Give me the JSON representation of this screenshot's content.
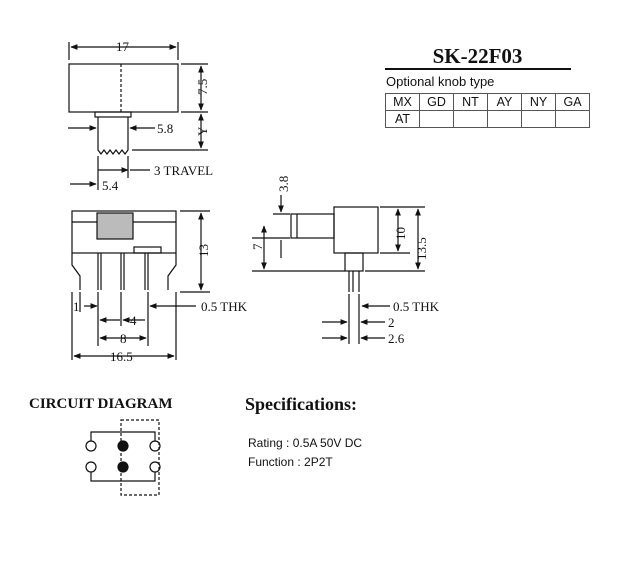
{
  "model": "SK-22F03",
  "knob": {
    "title": "Optional knob type",
    "rows": [
      [
        "MX",
        "GD",
        "NT",
        "AY",
        "NY",
        "GA"
      ],
      [
        "AT",
        "",
        "",
        "",
        "",
        ""
      ]
    ]
  },
  "dims": {
    "width_17": "17",
    "height_7_5": "7.5",
    "knob_width_5_8": "5.8",
    "knob_height_y": "Y",
    "travel": "3  TRAVEL",
    "travel_5_4": "5.4",
    "body_height_13": "13",
    "pin_1": "1",
    "pin_4": "4",
    "pin_8": "8",
    "overall_16_5": "16.5",
    "thk_left": "0.5  THK",
    "knob_3_8": "3.8",
    "side_7": "7",
    "side_10": "10",
    "side_13_5": "13.5",
    "thk_right": "0.5  THK",
    "side_2": "2",
    "side_2_6": "2.6"
  },
  "circuit": {
    "title": "CIRCUIT DIAGRAM"
  },
  "specs": {
    "title": "Specifications:",
    "rating": "Rating : 0.5A  50V  DC",
    "function": "Function : 2P2T"
  }
}
